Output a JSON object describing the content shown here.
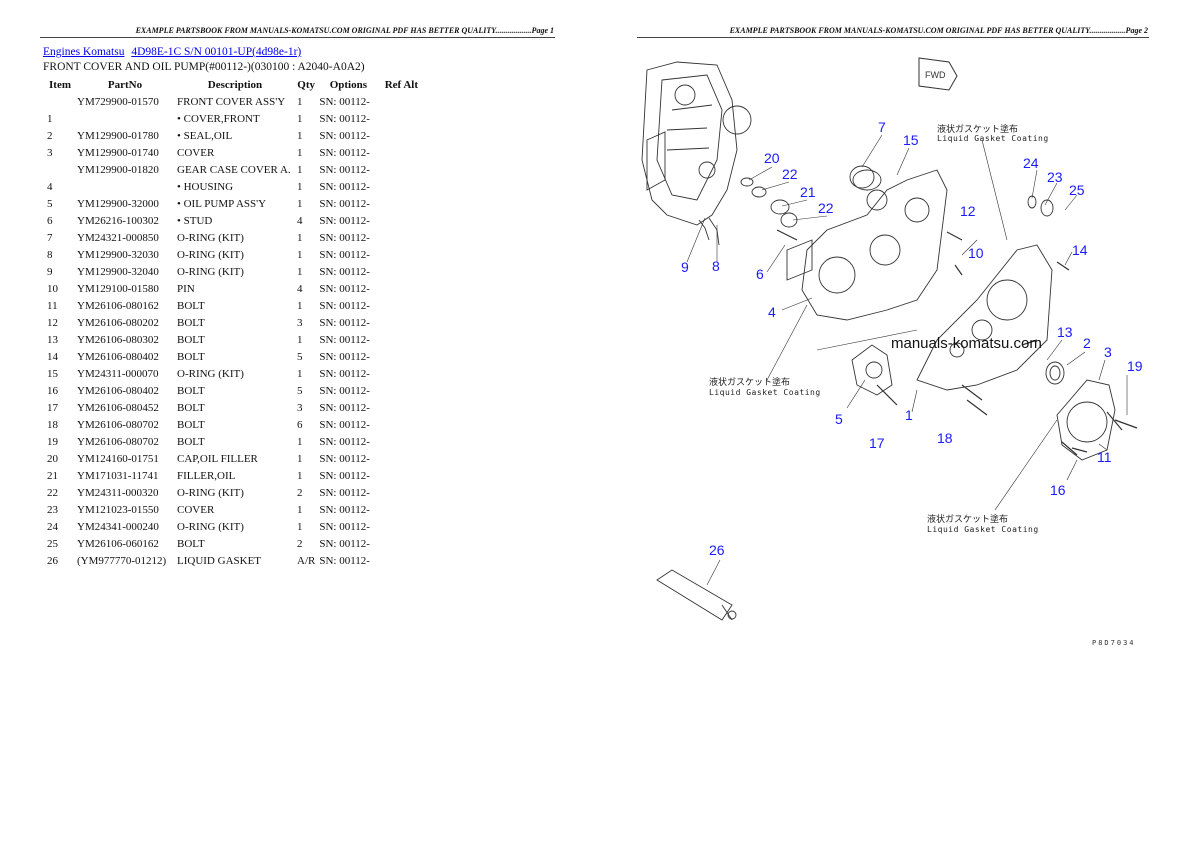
{
  "header": {
    "left": "EXAMPLE PARTSBOOK FROM MANUALS-KOMATSU.COM ORIGINAL PDF HAS BETTER QUALITY..................Page 1",
    "right": "EXAMPLE PARTSBOOK FROM MANUALS-KOMATSU.COM ORIGINAL PDF HAS BETTER QUALITY..................Page 2"
  },
  "breadcrumb": [
    "Engines Komatsu",
    "4D98E-1C S/N 00101-UP(4d98e-1r)"
  ],
  "section_title": "FRONT COVER AND OIL PUMP(#00112-)(030100 : A2040-A0A2)",
  "columns": [
    "Item",
    "PartNo",
    "Description",
    "Qty",
    "Options",
    "Ref Alt"
  ],
  "rows": [
    {
      "item": "",
      "part": "YM729900-01570",
      "desc": "FRONT COVER ASS'Y",
      "qty": "1",
      "opt": "SN: 00112-"
    },
    {
      "item": "1",
      "part": "",
      "desc": "• COVER,FRONT",
      "qty": "1",
      "opt": "SN: 00112-"
    },
    {
      "item": "2",
      "part": "YM129900-01780",
      "desc": "• SEAL,OIL",
      "qty": "1",
      "opt": "SN: 00112-"
    },
    {
      "item": "3",
      "part": "YM129900-01740",
      "desc": "COVER",
      "qty": "1",
      "opt": "SN: 00112-"
    },
    {
      "item": "",
      "part": "YM129900-01820",
      "desc": "GEAR CASE COVER A.",
      "qty": "1",
      "opt": "SN: 00112-"
    },
    {
      "item": "4",
      "part": "",
      "desc": "• HOUSING",
      "qty": "1",
      "opt": "SN: 00112-"
    },
    {
      "item": "5",
      "part": "YM129900-32000",
      "desc": "• OIL PUMP ASS'Y",
      "qty": "1",
      "opt": "SN: 00112-"
    },
    {
      "item": "6",
      "part": "YM26216-100302",
      "desc": "• STUD",
      "qty": "4",
      "opt": "SN: 00112-"
    },
    {
      "item": "7",
      "part": "YM24321-000850",
      "desc": "O-RING (KIT)",
      "qty": "1",
      "opt": "SN: 00112-"
    },
    {
      "item": "8",
      "part": "YM129900-32030",
      "desc": "O-RING (KIT)",
      "qty": "1",
      "opt": "SN: 00112-"
    },
    {
      "item": "9",
      "part": "YM129900-32040",
      "desc": "O-RING (KIT)",
      "qty": "1",
      "opt": "SN: 00112-"
    },
    {
      "item": "10",
      "part": "YM129100-01580",
      "desc": "PIN",
      "qty": "4",
      "opt": "SN: 00112-"
    },
    {
      "item": "11",
      "part": "YM26106-080162",
      "desc": "BOLT",
      "qty": "1",
      "opt": "SN: 00112-"
    },
    {
      "item": "12",
      "part": "YM26106-080202",
      "desc": "BOLT",
      "qty": "3",
      "opt": "SN: 00112-"
    },
    {
      "item": "13",
      "part": "YM26106-080302",
      "desc": "BOLT",
      "qty": "1",
      "opt": "SN: 00112-"
    },
    {
      "item": "14",
      "part": "YM26106-080402",
      "desc": "BOLT",
      "qty": "5",
      "opt": "SN: 00112-"
    },
    {
      "item": "15",
      "part": "YM24311-000070",
      "desc": "O-RING (KIT)",
      "qty": "1",
      "opt": "SN: 00112-"
    },
    {
      "item": "16",
      "part": "YM26106-080402",
      "desc": "BOLT",
      "qty": "5",
      "opt": "SN: 00112-"
    },
    {
      "item": "17",
      "part": "YM26106-080452",
      "desc": "BOLT",
      "qty": "3",
      "opt": "SN: 00112-"
    },
    {
      "item": "18",
      "part": "YM26106-080702",
      "desc": "BOLT",
      "qty": "6",
      "opt": "SN: 00112-"
    },
    {
      "item": "19",
      "part": "YM26106-080702",
      "desc": "BOLT",
      "qty": "1",
      "opt": "SN: 00112-"
    },
    {
      "item": "20",
      "part": "YM124160-01751",
      "desc": "CAP,OIL FILLER",
      "qty": "1",
      "opt": "SN: 00112-"
    },
    {
      "item": "21",
      "part": "YM171031-11741",
      "desc": "FILLER,OIL",
      "qty": "1",
      "opt": "SN: 00112-"
    },
    {
      "item": "22",
      "part": "YM24311-000320",
      "desc": "O-RING (KIT)",
      "qty": "2",
      "opt": "SN: 00112-"
    },
    {
      "item": "23",
      "part": "YM121023-01550",
      "desc": "COVER",
      "qty": "1",
      "opt": "SN: 00112-"
    },
    {
      "item": "24",
      "part": "YM24341-000240",
      "desc": "O-RING (KIT)",
      "qty": "1",
      "opt": "SN: 00112-"
    },
    {
      "item": "25",
      "part": "YM26106-060162",
      "desc": "BOLT",
      "qty": "2",
      "opt": "SN: 00112-"
    },
    {
      "item": "26",
      "part": "(YM977770-01212)",
      "desc": "LIQUID GASKET",
      "qty": "A/R",
      "opt": "SN: 00112-"
    }
  ],
  "diagram": {
    "fwd": "FWD",
    "watermark": "manuals-komatsu.com",
    "gasket_jp": "液状ガスケット塗布",
    "gasket_en": "Liquid Gasket Coating",
    "figure_no": "P8D7034",
    "callouts": [
      "7",
      "15",
      "20",
      "22",
      "21",
      "22",
      "24",
      "23",
      "25",
      "12",
      "10",
      "14",
      "9",
      "8",
      "6",
      "4",
      "13",
      "2",
      "3",
      "19",
      "5",
      "1",
      "17",
      "18",
      "11",
      "16",
      "26"
    ]
  }
}
